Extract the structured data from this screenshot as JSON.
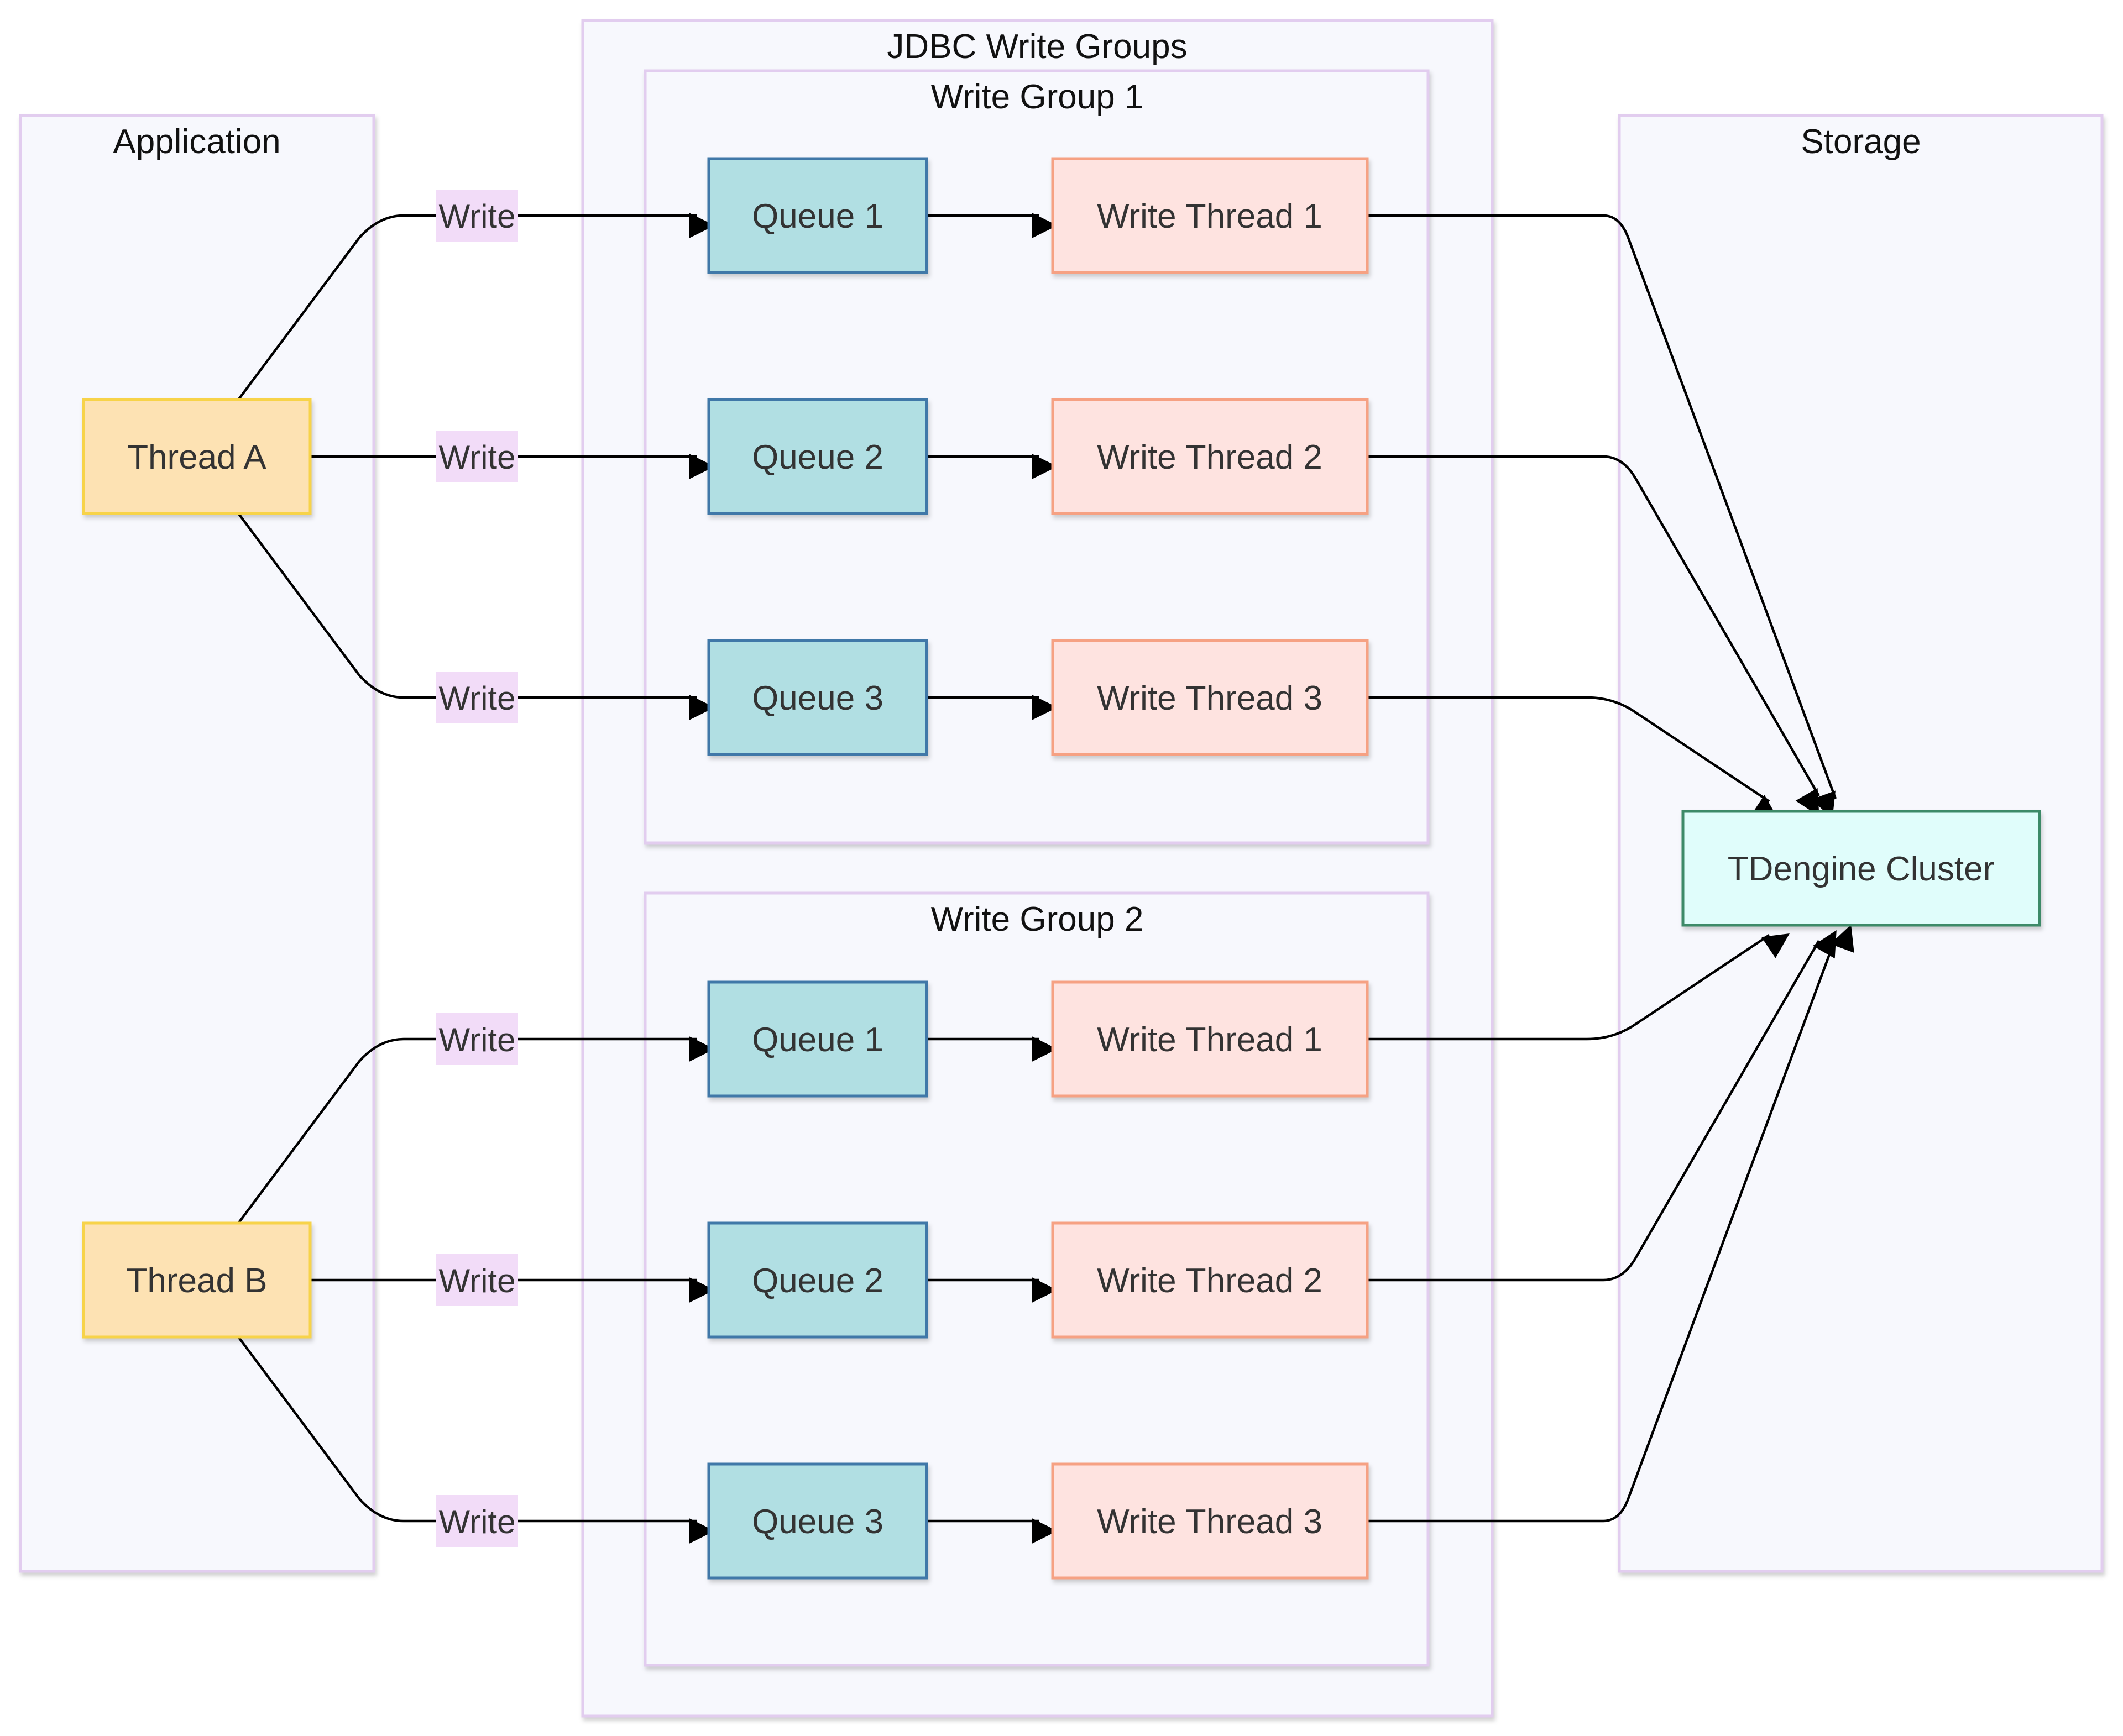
{
  "colors": {
    "cluster_fill": "#f7f8fd",
    "cluster_border_primary": "#e2cdef",
    "cluster_border_secondary": "#f0e6c8",
    "thread_fill": "#fde2b3",
    "thread_border": "#f7d34a",
    "queue_fill": "#b1dfe3",
    "queue_border": "#3f78a8",
    "writer_fill": "#fee3e0",
    "writer_border": "#f6a183",
    "cluster_node_fill": "#e0fdfb",
    "cluster_node_border": "#3d8a68",
    "edge": "#000000",
    "edge_label_bg": "#f2dcf8"
  },
  "clusters": {
    "application": {
      "title": "Application"
    },
    "jdbc": {
      "title": "JDBC Write Groups"
    },
    "group1": {
      "title": "Write Group 1"
    },
    "group2": {
      "title": "Write Group 2"
    },
    "storage": {
      "title": "Storage"
    }
  },
  "nodes": {
    "thread_a": "Thread A",
    "thread_b": "Thread B",
    "g1_queue1": "Queue 1",
    "g1_queue2": "Queue 2",
    "g1_queue3": "Queue 3",
    "g1_writer1": "Write Thread 1",
    "g1_writer2": "Write Thread 2",
    "g1_writer3": "Write Thread 3",
    "g2_queue1": "Queue 1",
    "g2_queue2": "Queue 2",
    "g2_queue3": "Queue 3",
    "g2_writer1": "Write Thread 1",
    "g2_writer2": "Write Thread 2",
    "g2_writer3": "Write Thread 3",
    "tdengine": "TDengine Cluster"
  },
  "edge_labels": {
    "write": "Write"
  }
}
